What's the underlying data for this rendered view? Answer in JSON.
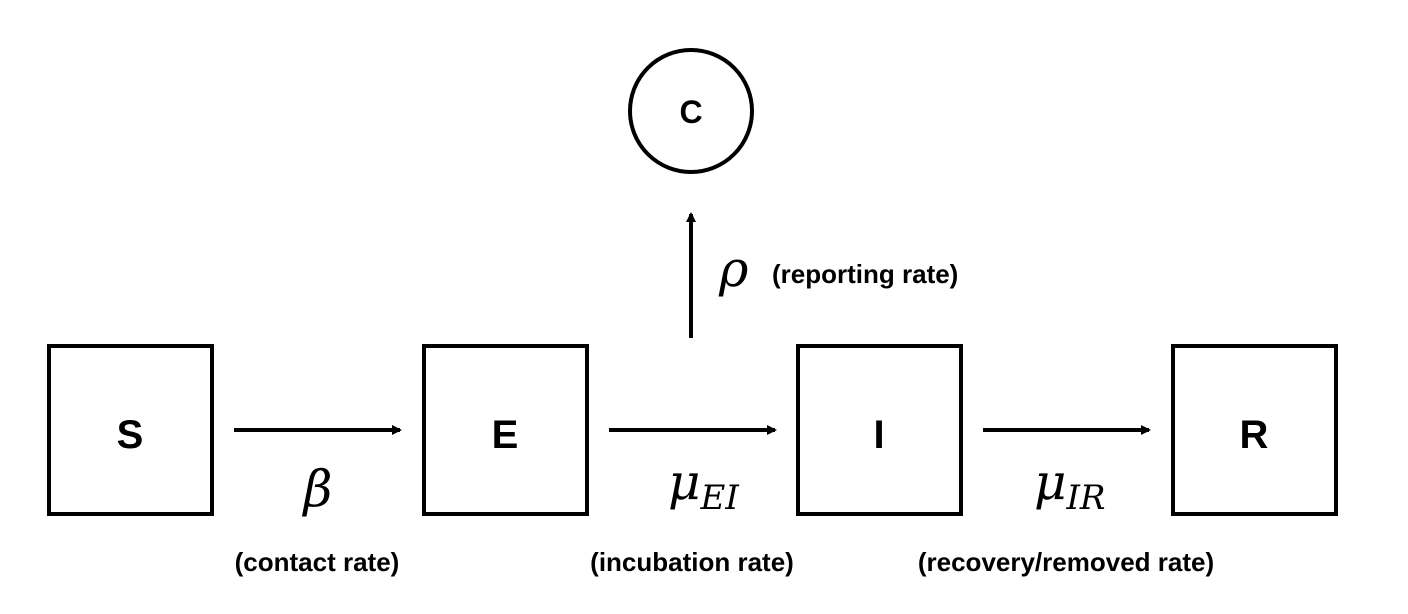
{
  "nodes": {
    "s": "S",
    "e": "E",
    "i": "I",
    "r": "R",
    "c": "C"
  },
  "transitions": {
    "contact": {
      "symbol": "β",
      "label": "(contact rate)"
    },
    "incubation": {
      "symbol": "μ",
      "subscript": "EI",
      "label": "(incubation rate)"
    },
    "recovery": {
      "symbol": "μ",
      "subscript": "IR",
      "label": "(recovery/removed rate)"
    },
    "reporting": {
      "symbol": "ρ",
      "label": "(reporting rate)"
    }
  }
}
